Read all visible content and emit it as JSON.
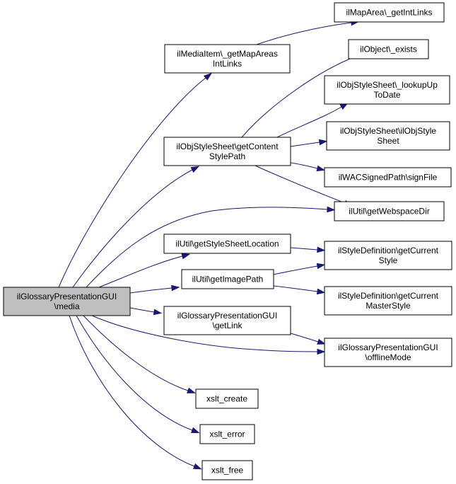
{
  "colors": {
    "edge": "#191970",
    "node_fill": "#ffffff",
    "root_fill": "#bfbfbf",
    "border": "#000000"
  },
  "nodes": [
    {
      "id": "root",
      "lines": [
        "ilGlossaryPresentationGUI",
        "\\media"
      ],
      "root": true
    },
    {
      "id": "media_item_map_areas",
      "lines": [
        "ilMediaItem\\_getMapAreas",
        "IntLinks"
      ]
    },
    {
      "id": "map_area_int_links",
      "lines": [
        "ilMapArea\\_getIntLinks"
      ]
    },
    {
      "id": "object_exists",
      "lines": [
        "ilObject\\_exists"
      ]
    },
    {
      "id": "style_sheet_content_path",
      "lines": [
        "ilObjStyleSheet\\getContent",
        "StylePath"
      ]
    },
    {
      "id": "style_sheet_lookup",
      "lines": [
        "ilObjStyleSheet\\_lookupUp",
        "ToDate"
      ]
    },
    {
      "id": "style_sheet_ctor",
      "lines": [
        "ilObjStyleSheet\\ilObjStyle",
        "Sheet"
      ]
    },
    {
      "id": "wac_sign_file",
      "lines": [
        "ilWACSignedPath\\signFile"
      ]
    },
    {
      "id": "util_webspace_dir",
      "lines": [
        "ilUtil\\getWebspaceDir"
      ]
    },
    {
      "id": "util_stylesheet_location",
      "lines": [
        "ilUtil\\getStyleSheetLocation"
      ]
    },
    {
      "id": "style_def_current_style",
      "lines": [
        "ilStyleDefinition\\getCurrent",
        "Style"
      ]
    },
    {
      "id": "util_image_path",
      "lines": [
        "ilUtil\\getImagePath"
      ]
    },
    {
      "id": "style_def_master_style",
      "lines": [
        "ilStyleDefinition\\getCurrent",
        "MasterStyle"
      ]
    },
    {
      "id": "glossary_get_link",
      "lines": [
        "ilGlossaryPresentationGUI",
        "\\getLink"
      ]
    },
    {
      "id": "glossary_offline_mode",
      "lines": [
        "ilGlossaryPresentationGUI",
        "\\offlineMode"
      ]
    },
    {
      "id": "xslt_create",
      "lines": [
        "xslt_create"
      ]
    },
    {
      "id": "xslt_error",
      "lines": [
        "xslt_error"
      ]
    },
    {
      "id": "xslt_free",
      "lines": [
        "xslt_free"
      ]
    }
  ],
  "edges": [
    {
      "from": "root",
      "to": "media_item_map_areas"
    },
    {
      "from": "root",
      "to": "style_sheet_content_path"
    },
    {
      "from": "root",
      "to": "util_webspace_dir"
    },
    {
      "from": "root",
      "to": "util_stylesheet_location"
    },
    {
      "from": "root",
      "to": "util_image_path"
    },
    {
      "from": "root",
      "to": "glossary_get_link"
    },
    {
      "from": "root",
      "to": "glossary_offline_mode"
    },
    {
      "from": "root",
      "to": "xslt_create"
    },
    {
      "from": "root",
      "to": "xslt_error"
    },
    {
      "from": "root",
      "to": "xslt_free"
    },
    {
      "from": "media_item_map_areas",
      "to": "map_area_int_links"
    },
    {
      "from": "style_sheet_content_path",
      "to": "object_exists"
    },
    {
      "from": "style_sheet_content_path",
      "to": "style_sheet_lookup"
    },
    {
      "from": "style_sheet_content_path",
      "to": "style_sheet_ctor"
    },
    {
      "from": "style_sheet_content_path",
      "to": "wac_sign_file"
    },
    {
      "from": "style_sheet_content_path",
      "to": "util_webspace_dir"
    },
    {
      "from": "util_stylesheet_location",
      "to": "style_def_current_style"
    },
    {
      "from": "util_image_path",
      "to": "style_def_current_style"
    },
    {
      "from": "util_image_path",
      "to": "style_def_master_style"
    },
    {
      "from": "glossary_get_link",
      "to": "glossary_offline_mode"
    }
  ]
}
